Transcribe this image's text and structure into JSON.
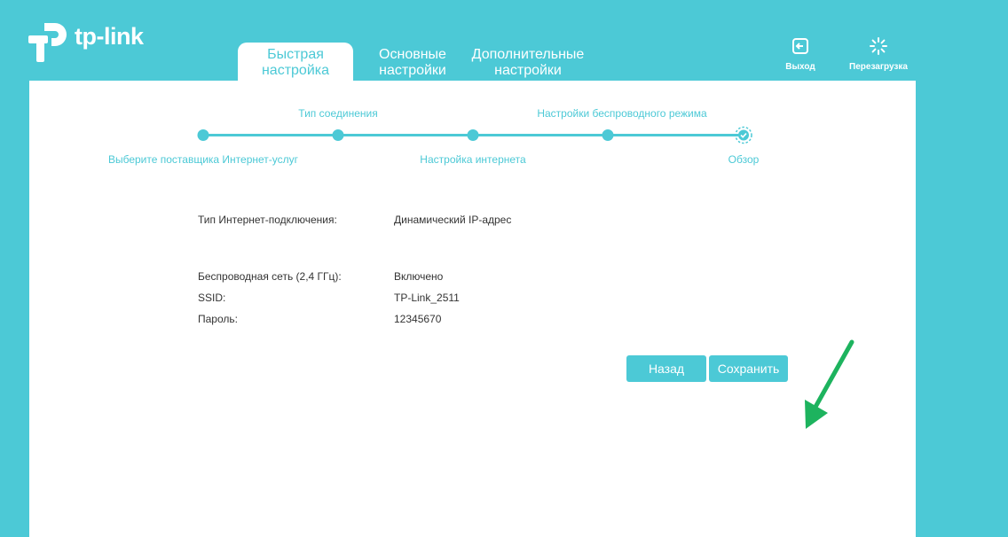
{
  "header": {
    "logo_text": "tp-link",
    "tabs": [
      {
        "line1": "Быстрая",
        "line2": "настройка",
        "active": true
      },
      {
        "line1": "Основные",
        "line2": "настройки",
        "active": false
      },
      {
        "line1": "Дополнительные",
        "line2": "настройки",
        "active": false
      }
    ],
    "logout_label": "Выход",
    "reboot_label": "Перезагрузка",
    "logout_icon": "logout-icon",
    "reboot_icon": "reboot-spinner-icon"
  },
  "stepper": {
    "steps": [
      {
        "label": "Выберите поставщика Интернет-услуг",
        "position": "below"
      },
      {
        "label": "Тип соединения",
        "position": "above"
      },
      {
        "label": "Настройка интернета",
        "position": "below"
      },
      {
        "label": "Настройки беспроводного режима",
        "position": "above"
      },
      {
        "label": "Обзор",
        "position": "below",
        "current": true
      }
    ]
  },
  "summary": {
    "connection_type_label": "Тип Интернет-подключения:",
    "connection_type_value": "Динамический IP-адрес",
    "wireless_label": "Беспроводная сеть (2,4 ГГц):",
    "wireless_value": "Включено",
    "ssid_label": "SSID:",
    "ssid_value": "TP-Link_2511",
    "password_label": "Пароль:",
    "password_value": "12345670"
  },
  "buttons": {
    "back": "Назад",
    "save": "Сохранить"
  },
  "colors": {
    "accent": "#4cc9d6",
    "annotation_arrow": "#1db35e"
  }
}
